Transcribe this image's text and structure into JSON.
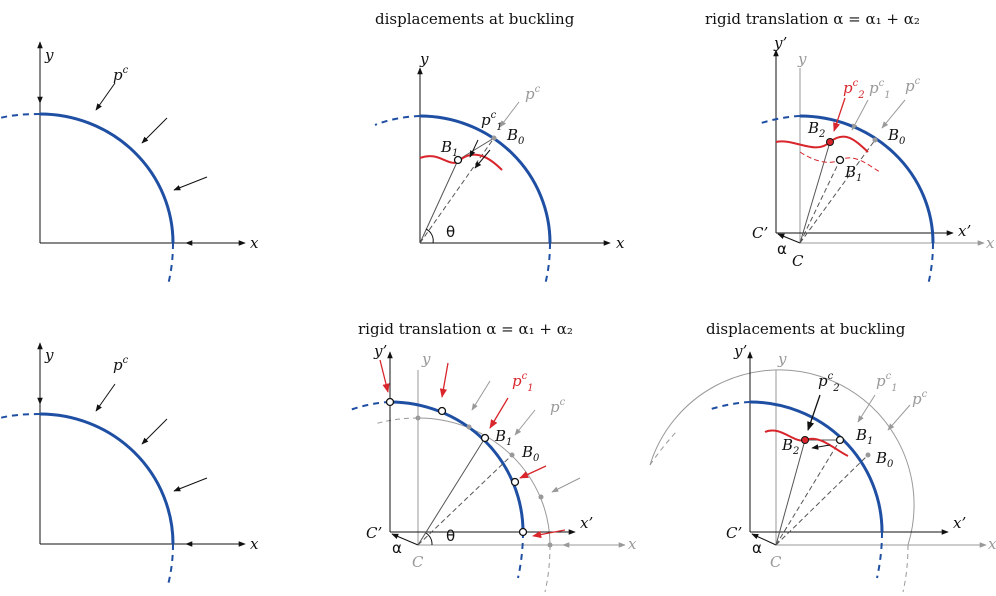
{
  "colors": {
    "arc": "#1f4fa3",
    "grey": "#999999",
    "red": "#d8262c",
    "dark": "#111111"
  },
  "panels": {
    "p1": {
      "labels": {
        "y": "y",
        "x": "x",
        "pc": "p",
        "pc_sup": "c"
      }
    },
    "p2": {
      "title": "displacements at buckling",
      "labels": {
        "y": "y",
        "x": "x",
        "pc": "p",
        "pc_sup": "c",
        "pc1": "p",
        "pc1_sup": "c",
        "pc1_sub": "1",
        "B1": "B",
        "B1_sub": "1",
        "B0": "B",
        "B0_sub": "0",
        "theta": "θ"
      }
    },
    "p3": {
      "title": "rigid translation α = α₁ + α₂",
      "labels": {
        "y": "y",
        "yp": "y’",
        "x": "x",
        "xp": "x’",
        "pc": "p",
        "pc_sup": "c",
        "pc1": "p",
        "pc1_sup": "c",
        "pc1_sub": "1",
        "pc2": "p",
        "pc2_sup": "c",
        "pc2_sub": "2",
        "B2": "B",
        "B2_sub": "2",
        "B1": "B",
        "B1_sub": "1",
        "B0": "B",
        "B0_sub": "0",
        "C": "C",
        "Cp": "C’",
        "alpha": "α"
      }
    },
    "p4": {
      "labels": {
        "y": "y",
        "x": "x",
        "pc": "p",
        "pc_sup": "c"
      }
    },
    "p5": {
      "title": "rigid translation α = α₁ + α₂",
      "labels": {
        "y": "y",
        "yp": "y’",
        "x": "x",
        "xp": "x’",
        "pc": "p",
        "pc_sup": "c",
        "pc1": "p",
        "pc1_sup": "c",
        "pc1_sub": "1",
        "B1": "B",
        "B1_sub": "1",
        "B0": "B",
        "B0_sub": "0",
        "C": "C",
        "Cp": "C’",
        "alpha": "α",
        "theta": "θ"
      }
    },
    "p6": {
      "title": "displacements at buckling",
      "labels": {
        "y": "y",
        "yp": "y’",
        "x": "x",
        "xp": "x’",
        "pc": "p",
        "pc_sup": "c",
        "pc1": "p",
        "pc1_sup": "c",
        "pc1_sub": "1",
        "pc2": "p",
        "pc2_sup": "c",
        "pc2_sub": "2",
        "B2": "B",
        "B2_sub": "2",
        "B1": "B",
        "B1_sub": "1",
        "B0": "B",
        "B0_sub": "0",
        "C": "C",
        "Cp": "C’",
        "alpha": "α"
      }
    }
  }
}
